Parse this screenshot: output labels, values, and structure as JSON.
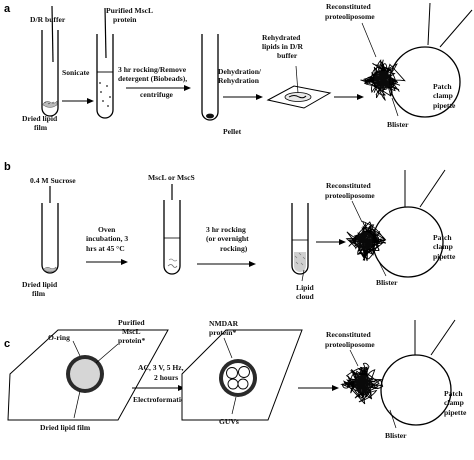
{
  "panels": {
    "a": {
      "letter": "a",
      "dr_buffer": "D/R buffer",
      "purified_mscl": [
        "Purified MscL",
        "protein"
      ],
      "sonicate": "Sonicate",
      "step_rocking": [
        "3 hr rocking/Remove",
        "detergent (Biobeads),",
        "centrifuge"
      ],
      "dehydration": [
        "Dehydration/",
        "Rehydration"
      ],
      "rehydrated": [
        "Rehydrated",
        "lipids in D/R",
        "buffer"
      ],
      "dried_lipid_film": [
        "Dried lipid",
        "film"
      ],
      "pellet": "Pellet",
      "reconstituted": [
        "Reconstituted",
        "proteoliposome"
      ],
      "patch_clamp": [
        "Patch",
        "clamp",
        "pipette"
      ],
      "blister": "Blister"
    },
    "b": {
      "letter": "b",
      "sucrose": "0.4 M Sucrose",
      "mscl_mscs": "MscL or MscS",
      "oven": [
        "Oven",
        "incubation, 3",
        "hrs at 45 °C"
      ],
      "rocking": [
        "3 hr rocking",
        "(or overnight",
        "rocking)"
      ],
      "dried_lipid_film": [
        "Dried lipid",
        "film"
      ],
      "lipid_cloud": [
        "Lipid",
        "cloud"
      ],
      "reconstituted": [
        "Reconstituted",
        "proteoliposome"
      ],
      "patch_clamp": [
        "Patch",
        "clamp",
        "pipette"
      ],
      "blister": "Blister"
    },
    "c": {
      "letter": "c",
      "oring": "O-ring",
      "purified_mscl": [
        "Purified",
        "MscL",
        "protein*"
      ],
      "ac": [
        "AC, 3 V, 5 Hz,",
        "2 hours"
      ],
      "electroformation": "Electroformation",
      "nmdar": [
        "NMDAR",
        "protein*"
      ],
      "dried_lipid_film": "Dried lipid film",
      "guvs": "GUVs",
      "reconstituted": [
        "Reconstituted",
        "proteoliposome"
      ],
      "patch_clamp": [
        "Patch",
        "clamp",
        "pipette"
      ],
      "blister": "Blister"
    }
  }
}
